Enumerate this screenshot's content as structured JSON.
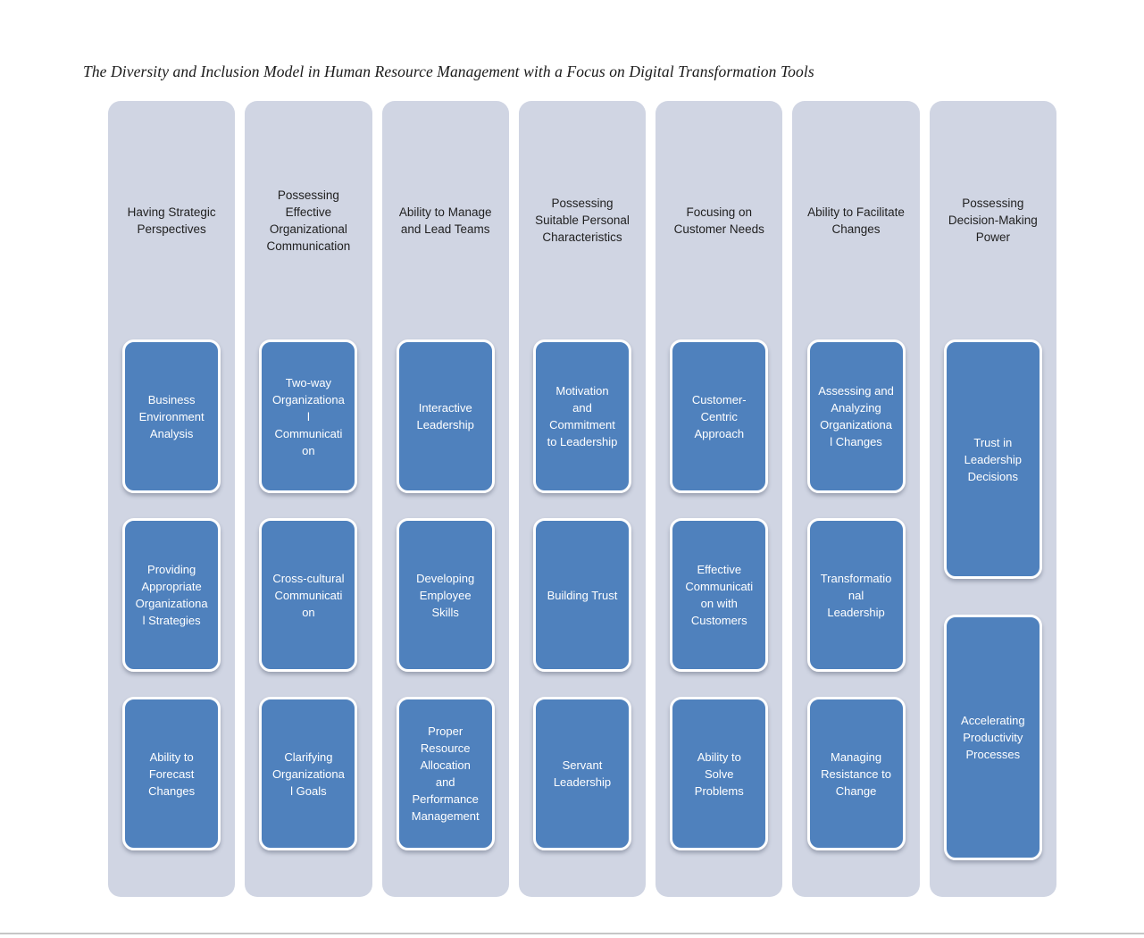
{
  "title": "The Diversity and Inclusion Model in Human Resource Management with a Focus on Digital Transformation Tools",
  "colors": {
    "box_fill": "#4f81bd",
    "column_fill": "#d0d5e3",
    "box_text": "#ffffff",
    "header_text": "#1f1f1f",
    "rule_color": "#c6c6c6"
  },
  "columns": [
    {
      "header": "Having Strategic\nPerspectives",
      "boxes": [
        "Business\nEnvironment\nAnalysis",
        "Providing\nAppropriate\nOrganizationa\nl Strategies",
        "Ability to\nForecast\nChanges"
      ]
    },
    {
      "header": "Possessing\nEffective\nOrganizational\nCommunication",
      "boxes": [
        "Two-way\nOrganizationa\nl\nCommunicati\non",
        "Cross-cultural\nCommunicati\non",
        "Clarifying\nOrganizationa\nl Goals"
      ]
    },
    {
      "header": "Ability to Manage\nand Lead Teams",
      "boxes": [
        "Interactive\nLeadership",
        "Developing\nEmployee\nSkills",
        "Proper\nResource\nAllocation\nand\nPerformance\nManagement"
      ]
    },
    {
      "header": "Possessing\nSuitable Personal\nCharacteristics",
      "boxes": [
        "Motivation\nand\nCommitment\nto Leadership",
        "Building Trust",
        "Servant\nLeadership"
      ]
    },
    {
      "header": "Focusing on\nCustomer Needs",
      "boxes": [
        "Customer-\nCentric\nApproach",
        "Effective\nCommunicati\non with\nCustomers",
        "Ability to\nSolve\nProblems"
      ]
    },
    {
      "header": "Ability to Facilitate\nChanges",
      "boxes": [
        "Assessing and\nAnalyzing\nOrganizationa\nl Changes",
        "Transformatio\nnal\nLeadership",
        "Managing\nResistance to\nChange"
      ]
    },
    {
      "header": "Possessing\nDecision-Making\nPower",
      "boxes": [
        "Trust in\nLeadership\nDecisions",
        "Accelerating\nProductivity\nProcesses"
      ]
    }
  ]
}
